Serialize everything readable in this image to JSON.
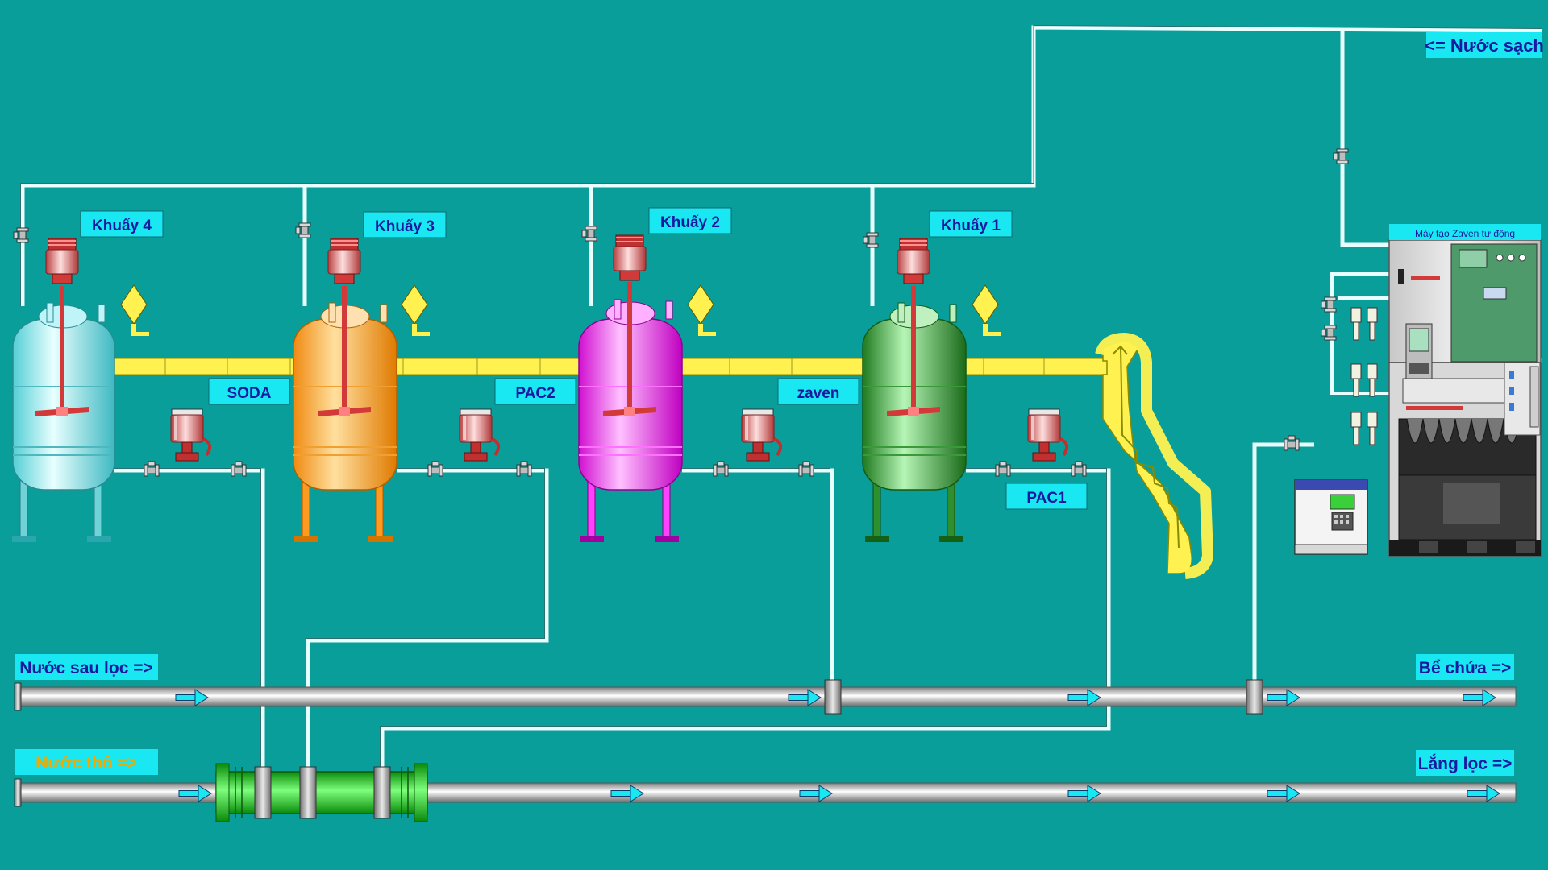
{
  "labels": {
    "clean_water": "<= Nước sạch",
    "mixer4": "Khuấy 4",
    "mixer3": "Khuấy 3",
    "mixer2": "Khuấy 2",
    "mixer1": "Khuấy 1",
    "soda": "SODA",
    "pac2": "PAC2",
    "zaven": "zaven",
    "pac1": "PAC1",
    "after_filter": "Nước sau lọc =>",
    "storage_tank": "Bể chứa =>",
    "raw_water": "Nước thô =>",
    "settle_filter": "Lắng lọc =>",
    "zaven_generator": "Máy tạo Zaven tự động"
  },
  "tanks": [
    {
      "name": "Khuấy 4",
      "color": "#7fe8ee"
    },
    {
      "name": "Khuấy 3",
      "color": "#ffb347"
    },
    {
      "name": "Khuấy 2",
      "color": "#ff4dff"
    },
    {
      "name": "Khuấy 1",
      "color": "#3aa83a"
    }
  ],
  "colors": {
    "background": "#0a9e9b",
    "label_box": "#19e8f2",
    "label_text": "#1a1aa0",
    "raw_water_text": "#f2a900",
    "water_line": "#cfeeee",
    "chemical_line": "#fff250",
    "main_pipe": "#c8c8c8",
    "mixer_pipe": "#39ff39",
    "flow_arrow": "#19e8f2"
  }
}
